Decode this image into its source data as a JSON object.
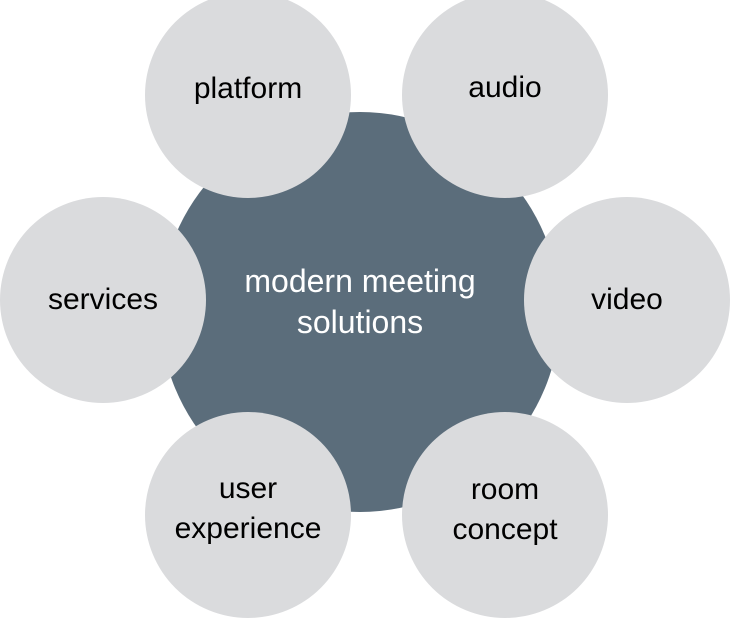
{
  "diagram": {
    "type": "hub-and-spoke",
    "colors": {
      "hub": "#5b6d7b",
      "hub_text": "#ffffff",
      "node": "#dadbdd",
      "node_text": "#000000",
      "background": "#ffffff"
    },
    "hub": {
      "label": "modern meeting solutions",
      "lines": [
        "modern meeting",
        "solutions"
      ]
    },
    "nodes": [
      {
        "id": "platform",
        "label": "platform",
        "lines": [
          "platform"
        ]
      },
      {
        "id": "audio",
        "label": "audio",
        "lines": [
          "audio"
        ]
      },
      {
        "id": "services",
        "label": "services",
        "lines": [
          "services"
        ]
      },
      {
        "id": "video",
        "label": "video",
        "lines": [
          "video"
        ]
      },
      {
        "id": "user-experience",
        "label": "user experience",
        "lines": [
          "user",
          "experience"
        ]
      },
      {
        "id": "room-concept",
        "label": "room concept",
        "lines": [
          "room",
          "concept"
        ]
      }
    ]
  }
}
